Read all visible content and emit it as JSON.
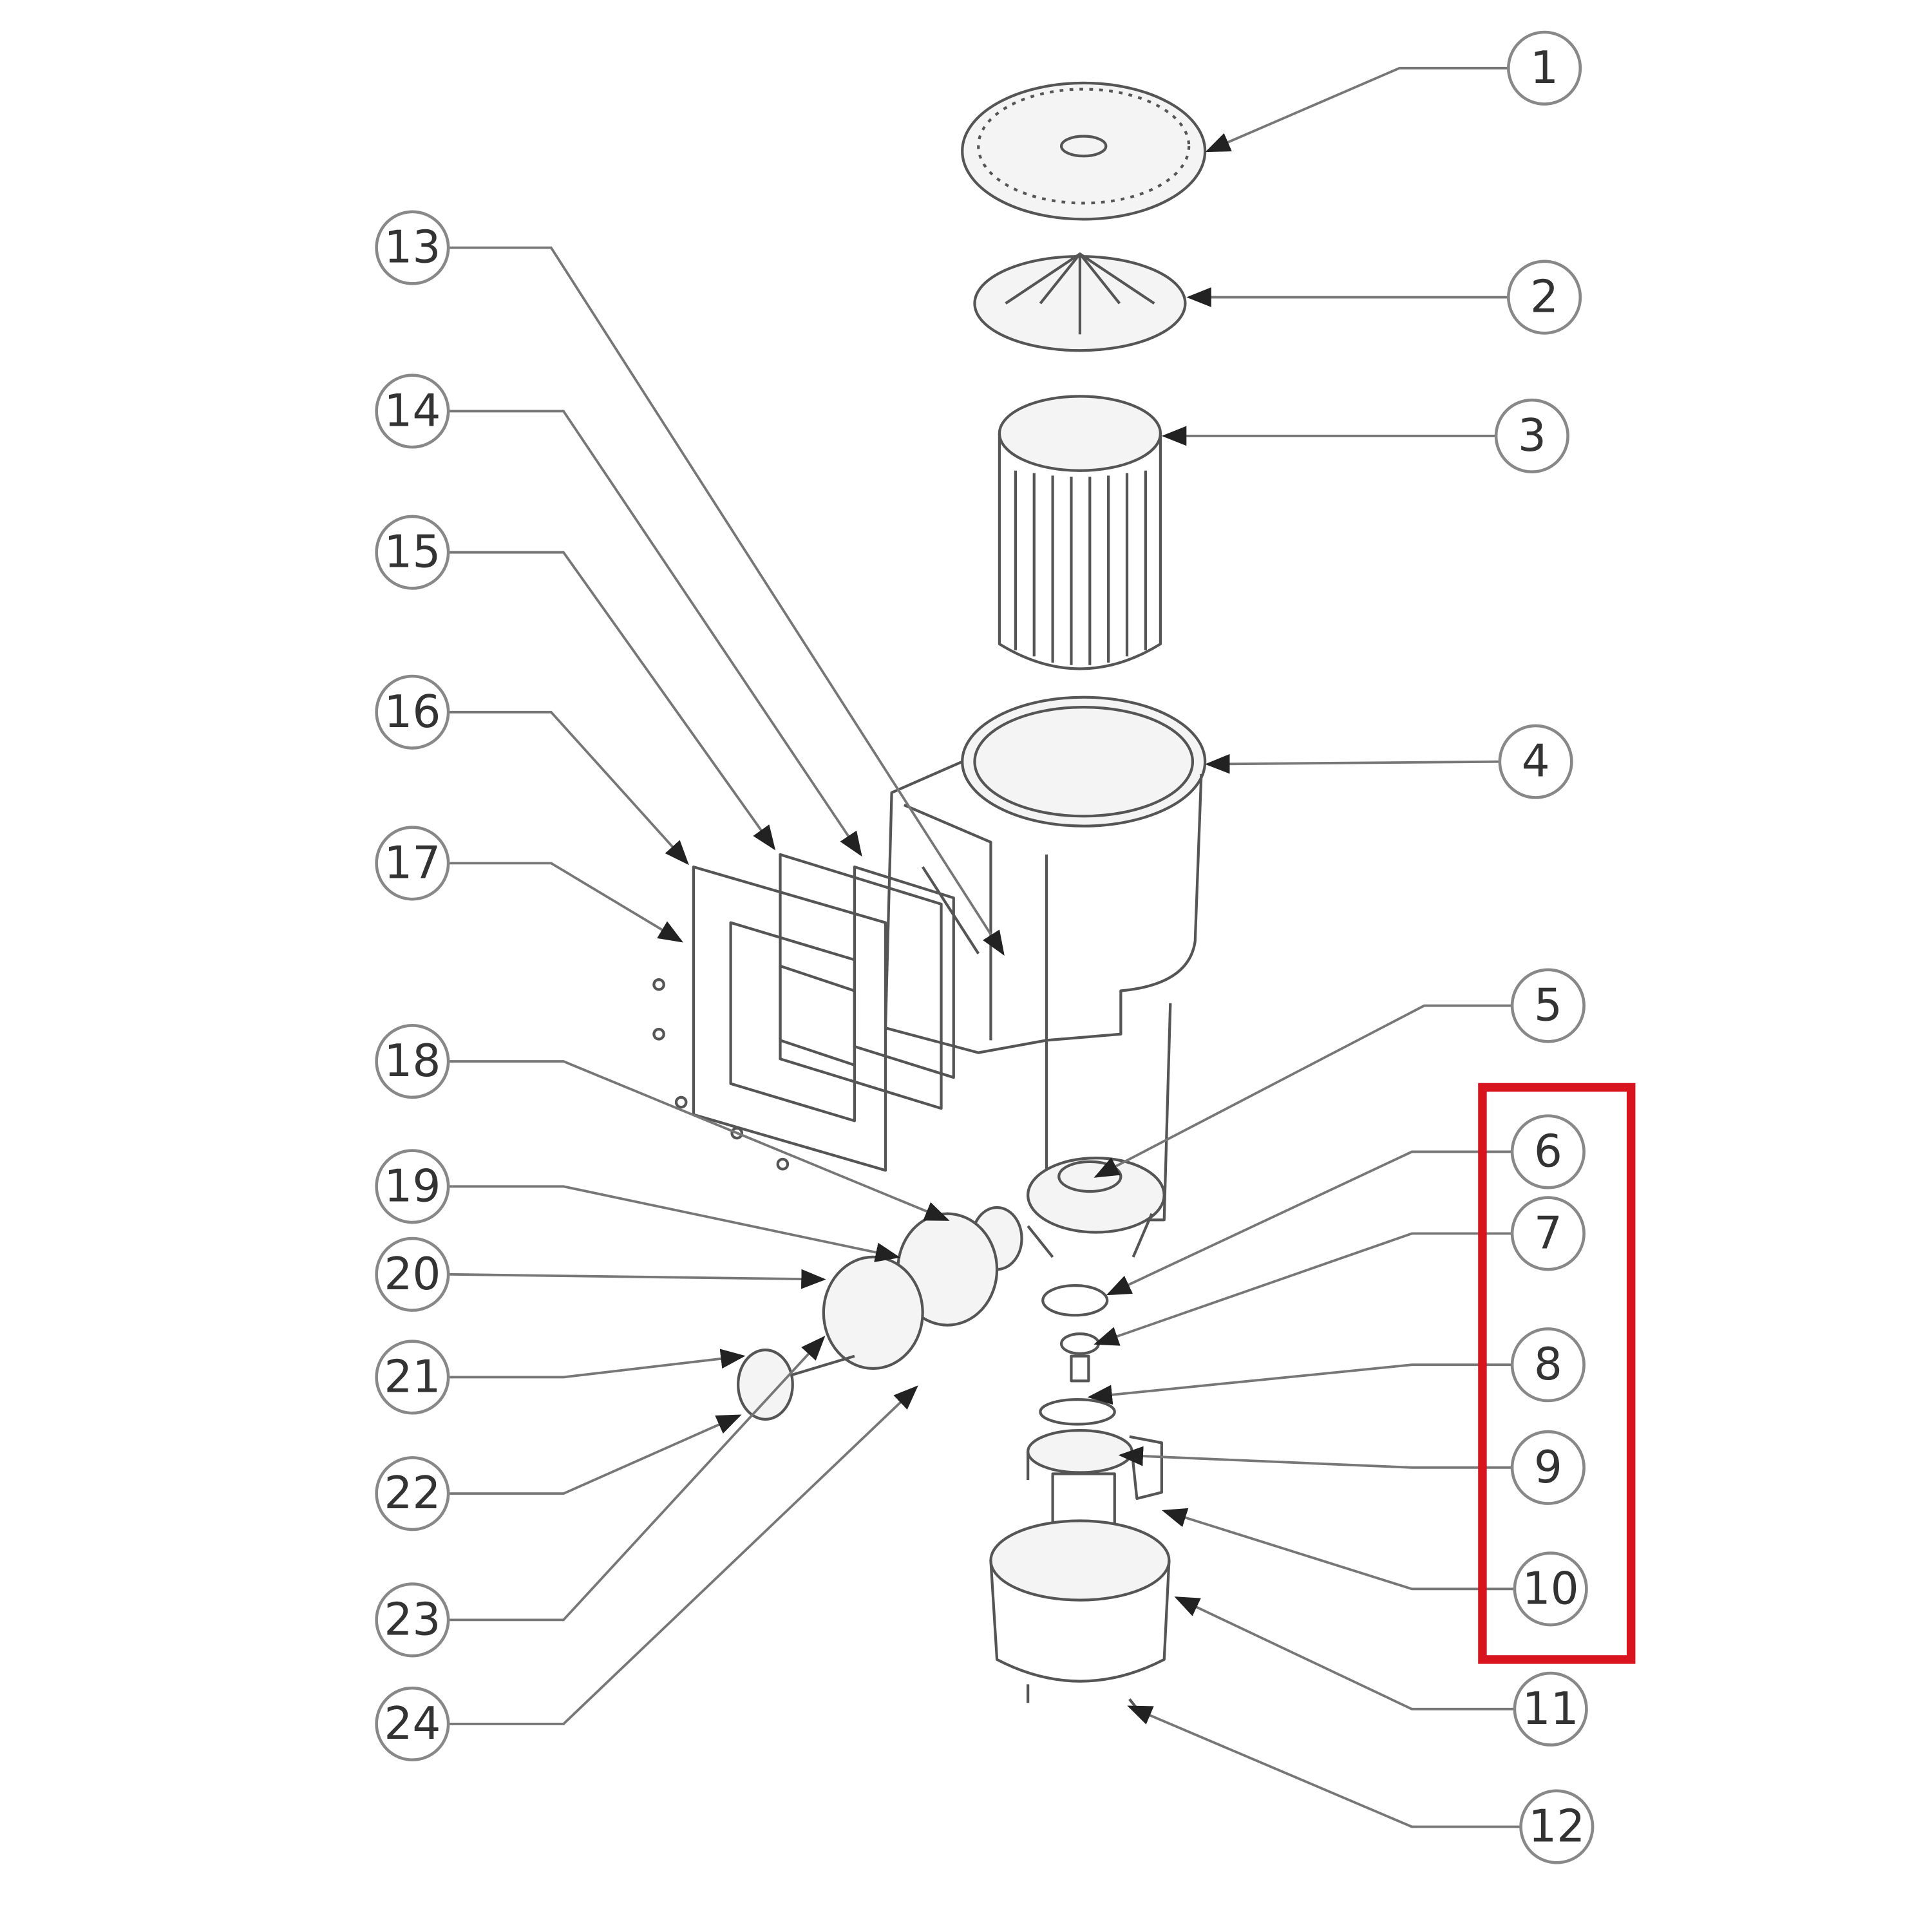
{
  "diagram": {
    "type": "exploded-parts-diagram",
    "callouts": [
      "1",
      "2",
      "3",
      "4",
      "5",
      "6",
      "7",
      "8",
      "9",
      "10",
      "11",
      "12",
      "13",
      "14",
      "15",
      "16",
      "17",
      "18",
      "19",
      "20",
      "21",
      "22",
      "23",
      "24"
    ],
    "highlight": {
      "color": "#d8141e",
      "contains": [
        "6",
        "7",
        "8",
        "9",
        "10"
      ]
    }
  }
}
